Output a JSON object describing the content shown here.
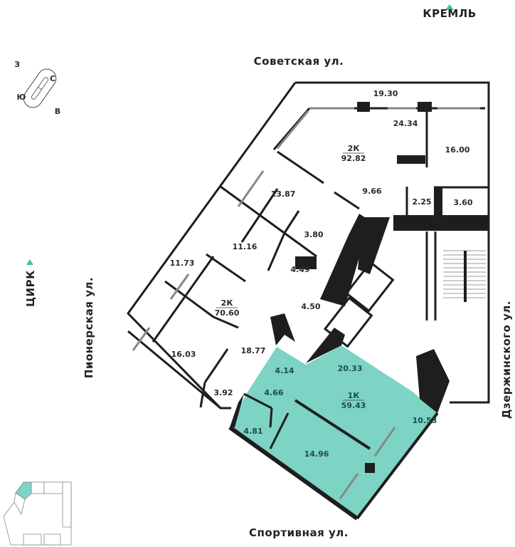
{
  "landmarks": {
    "top": "КРЕМЛЬ",
    "left": "ЦИРК"
  },
  "streets": {
    "north": "Советская ул.",
    "south": "Спортивная ул.",
    "west": "Пионерская ул.",
    "east": "Дзержинского ул."
  },
  "compass": {
    "north": "С",
    "south": "Ю",
    "east": "В",
    "west": "З"
  },
  "apartments": [
    {
      "type": "2К",
      "area": "92.82",
      "rooms": [
        "19.30",
        "24.34",
        "16.00",
        "9.66",
        "2.25",
        "3.60",
        "13.87"
      ]
    },
    {
      "type": "2К",
      "area": "70.60",
      "rooms": [
        "3.80",
        "11.16",
        "11.73",
        "4.49",
        "4.50",
        "16.03",
        "18.77",
        "3.92"
      ]
    },
    {
      "type": "1К",
      "area": "59.43",
      "rooms": [
        "4.14",
        "20.33",
        "4.66",
        "4.81",
        "10.53",
        "14.96"
      ],
      "highlighted": true
    }
  ],
  "colors": {
    "highlight": "#7dd3c4",
    "walls": "#1e1e1e",
    "accent": "#3fbfa8"
  }
}
